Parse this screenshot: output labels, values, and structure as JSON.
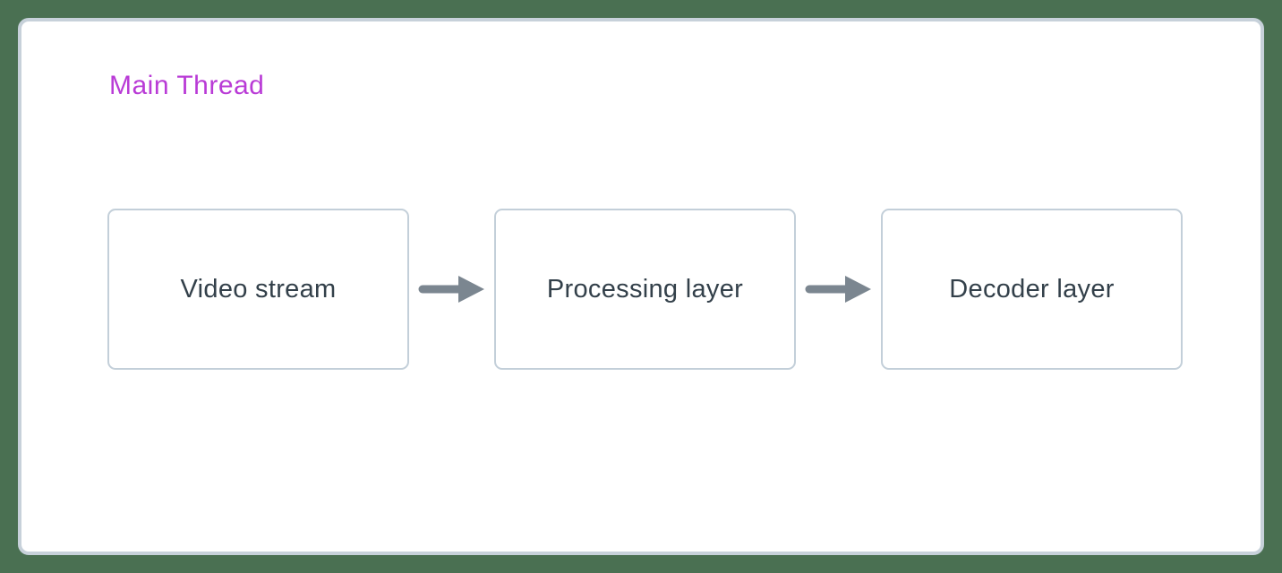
{
  "diagram": {
    "thread_label": "Main Thread",
    "nodes": [
      {
        "label": "Video stream"
      },
      {
        "label": "Processing layer"
      },
      {
        "label": "Decoder layer"
      }
    ],
    "arrows": [
      {
        "name": "right-arrow"
      },
      {
        "name": "right-arrow"
      }
    ],
    "colors": {
      "background": "#4a7052",
      "card_background": "#ffffff",
      "card_border": "#c7d1da",
      "node_border": "#c3cfd9",
      "node_text": "#33404a",
      "arrow": "#7b8690",
      "thread_label": "#b93bd6"
    }
  }
}
